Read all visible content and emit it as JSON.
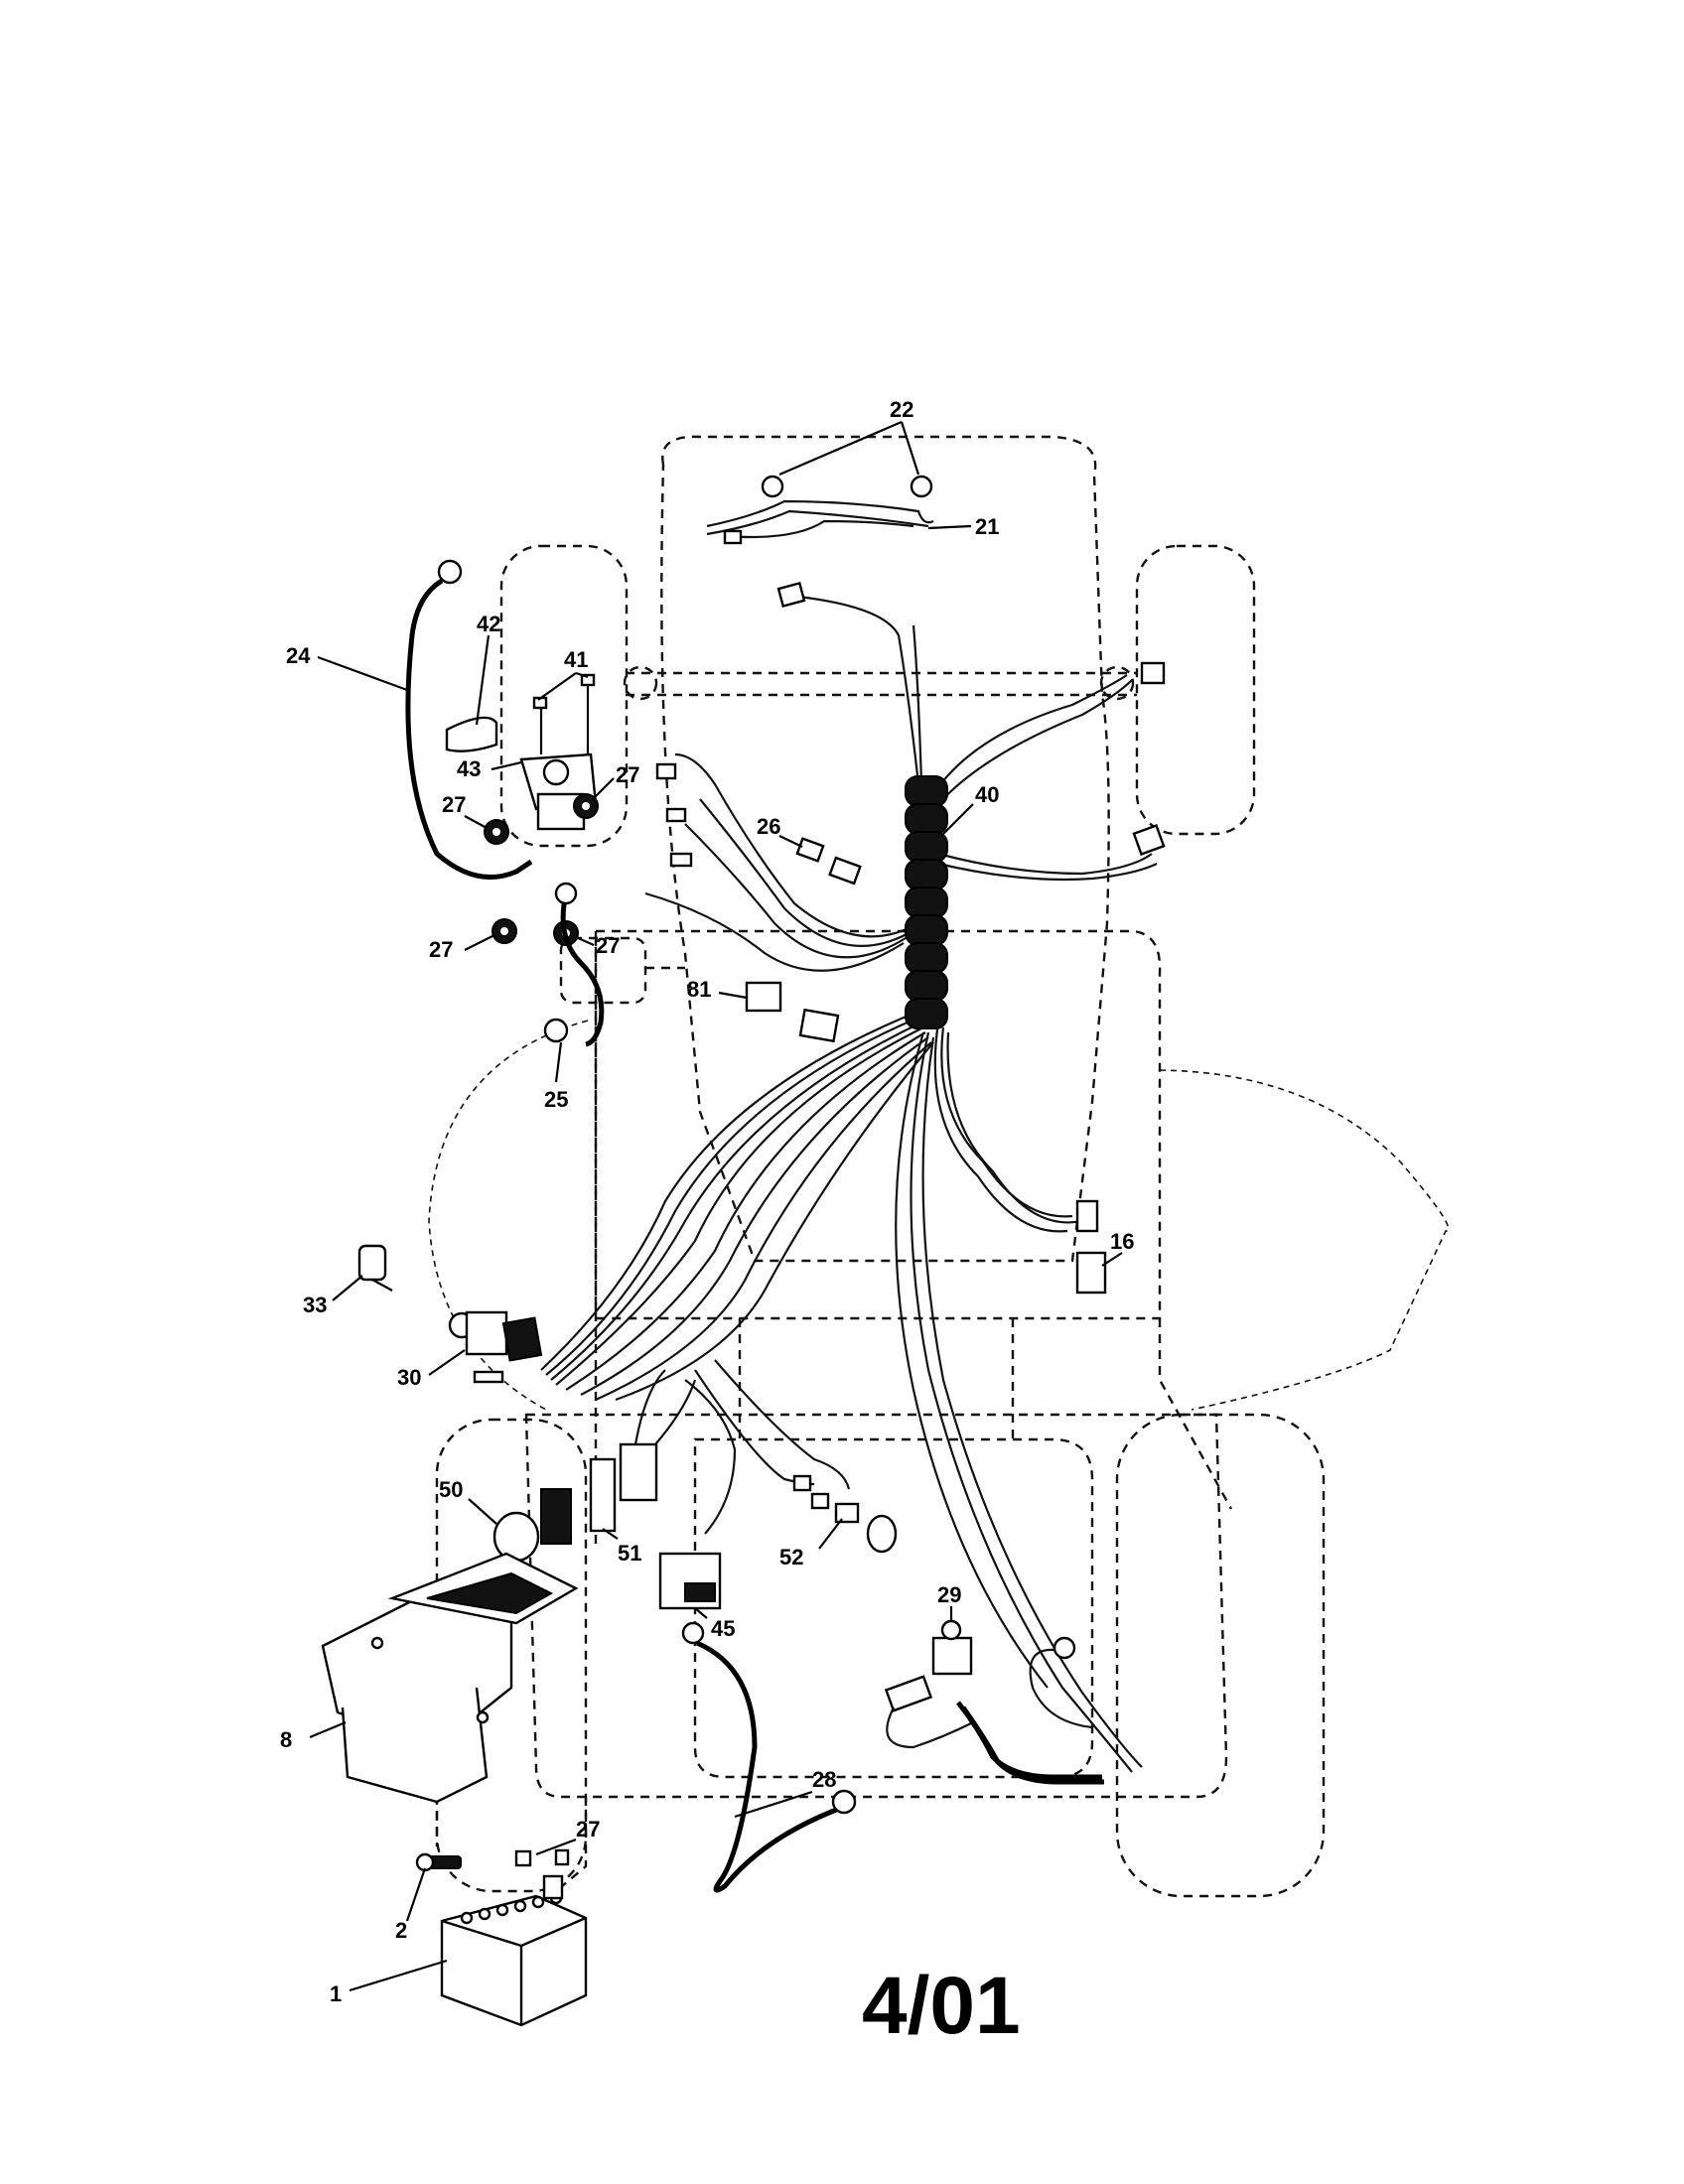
{
  "callouts": [
    "22",
    "21",
    "24",
    "42",
    "41",
    "43",
    "27",
    "27",
    "27",
    "27",
    "40",
    "26",
    "81",
    "25",
    "16",
    "33",
    "30",
    "50",
    "51",
    "52",
    "45",
    "29",
    "8",
    "28",
    "27",
    "2",
    "1"
  ],
  "revision_date": "4/01"
}
